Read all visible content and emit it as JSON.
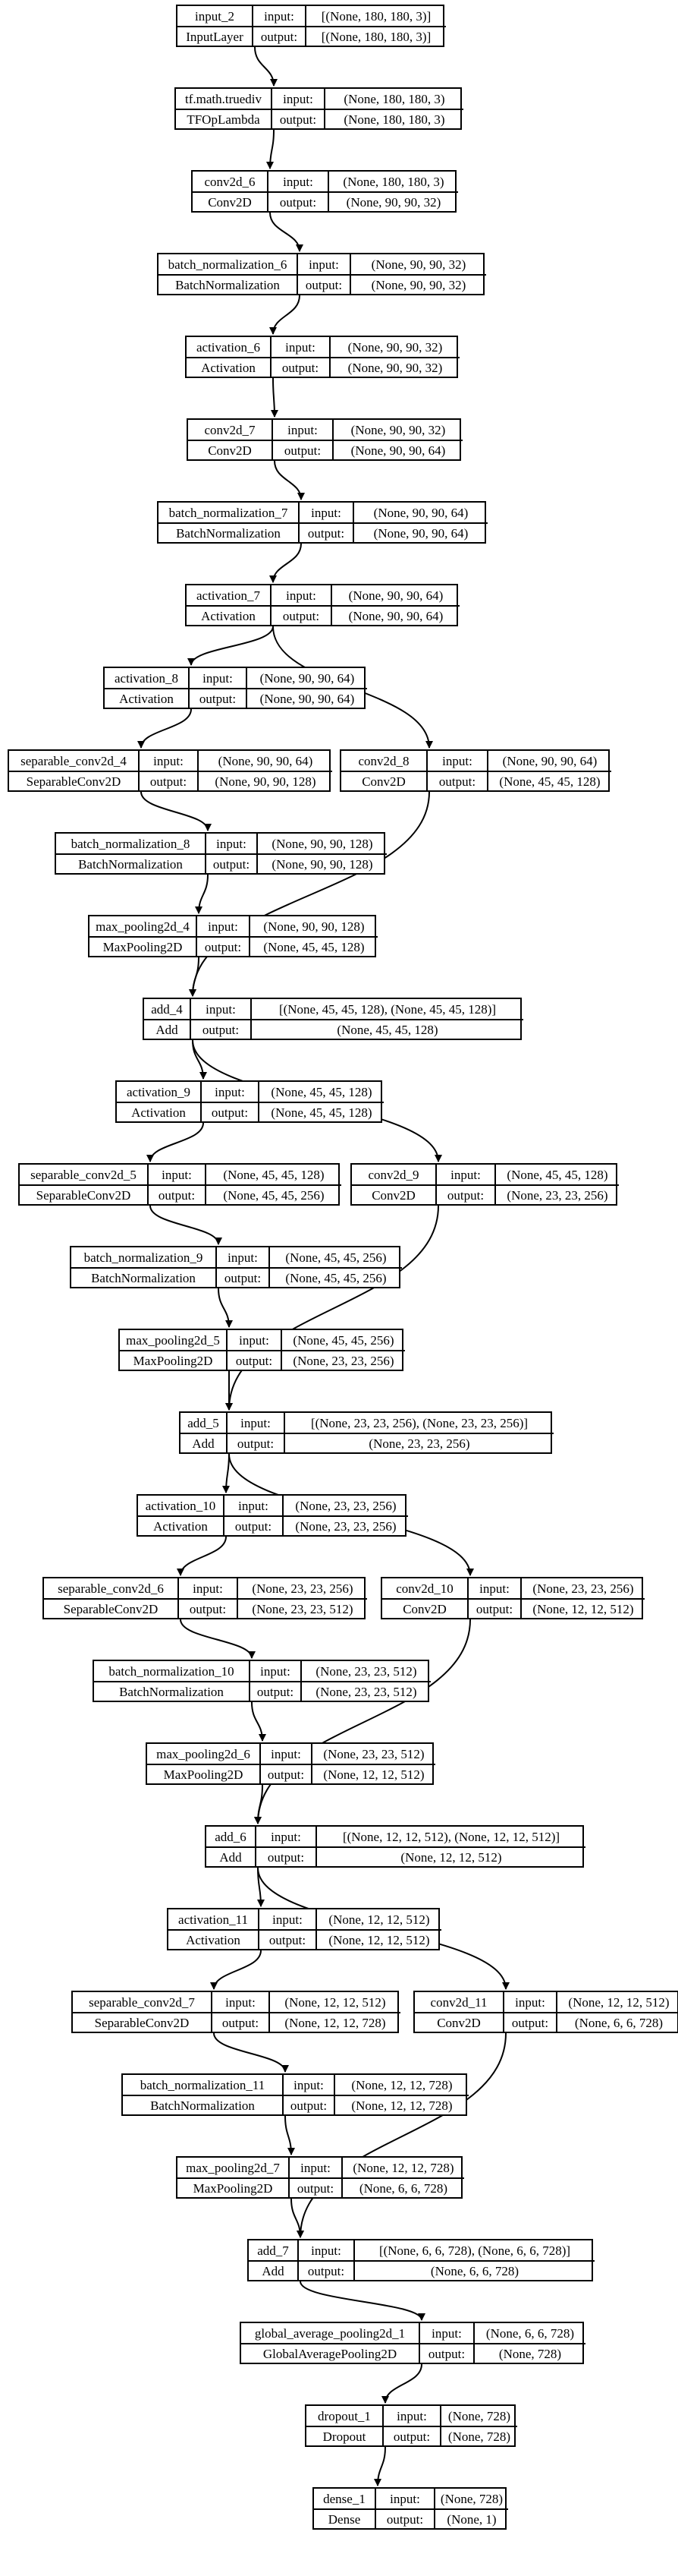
{
  "port_labels": {
    "input": "input:",
    "output": "output:"
  },
  "colors": {
    "stroke": "#000000",
    "background": "#ffffff"
  },
  "nodes": [
    {
      "id": "input_2",
      "name": "input_2",
      "type": "InputLayer",
      "input": "[(None, 180, 180, 3)]",
      "output": "[(None, 180, 180, 3)]"
    },
    {
      "id": "tf_math_truediv",
      "name": "tf.math.truediv",
      "type": "TFOpLambda",
      "input": "(None, 180, 180, 3)",
      "output": "(None, 180, 180, 3)"
    },
    {
      "id": "conv2d_6",
      "name": "conv2d_6",
      "type": "Conv2D",
      "input": "(None, 180, 180, 3)",
      "output": "(None, 90, 90, 32)"
    },
    {
      "id": "batch_normalization_6",
      "name": "batch_normalization_6",
      "type": "BatchNormalization",
      "input": "(None, 90, 90, 32)",
      "output": "(None, 90, 90, 32)"
    },
    {
      "id": "activation_6",
      "name": "activation_6",
      "type": "Activation",
      "input": "(None, 90, 90, 32)",
      "output": "(None, 90, 90, 32)"
    },
    {
      "id": "conv2d_7",
      "name": "conv2d_7",
      "type": "Conv2D",
      "input": "(None, 90, 90, 32)",
      "output": "(None, 90, 90, 64)"
    },
    {
      "id": "batch_normalization_7",
      "name": "batch_normalization_7",
      "type": "BatchNormalization",
      "input": "(None, 90, 90, 64)",
      "output": "(None, 90, 90, 64)"
    },
    {
      "id": "activation_7",
      "name": "activation_7",
      "type": "Activation",
      "input": "(None, 90, 90, 64)",
      "output": "(None, 90, 90, 64)"
    },
    {
      "id": "activation_8",
      "name": "activation_8",
      "type": "Activation",
      "input": "(None, 90, 90, 64)",
      "output": "(None, 90, 90, 64)"
    },
    {
      "id": "separable_conv2d_4",
      "name": "separable_conv2d_4",
      "type": "SeparableConv2D",
      "input": "(None, 90, 90, 64)",
      "output": "(None, 90, 90, 128)"
    },
    {
      "id": "conv2d_8",
      "name": "conv2d_8",
      "type": "Conv2D",
      "input": "(None, 90, 90, 64)",
      "output": "(None, 45, 45, 128)"
    },
    {
      "id": "batch_normalization_8",
      "name": "batch_normalization_8",
      "type": "BatchNormalization",
      "input": "(None, 90, 90, 128)",
      "output": "(None, 90, 90, 128)"
    },
    {
      "id": "max_pooling2d_4",
      "name": "max_pooling2d_4",
      "type": "MaxPooling2D",
      "input": "(None, 90, 90, 128)",
      "output": "(None, 45, 45, 128)"
    },
    {
      "id": "add_4",
      "name": "add_4",
      "type": "Add",
      "input": "[(None, 45, 45, 128), (None, 45, 45, 128)]",
      "output": "(None, 45, 45, 128)"
    },
    {
      "id": "activation_9",
      "name": "activation_9",
      "type": "Activation",
      "input": "(None, 45, 45, 128)",
      "output": "(None, 45, 45, 128)"
    },
    {
      "id": "separable_conv2d_5",
      "name": "separable_conv2d_5",
      "type": "SeparableConv2D",
      "input": "(None, 45, 45, 128)",
      "output": "(None, 45, 45, 256)"
    },
    {
      "id": "conv2d_9",
      "name": "conv2d_9",
      "type": "Conv2D",
      "input": "(None, 45, 45, 128)",
      "output": "(None, 23, 23, 256)"
    },
    {
      "id": "batch_normalization_9",
      "name": "batch_normalization_9",
      "type": "BatchNormalization",
      "input": "(None, 45, 45, 256)",
      "output": "(None, 45, 45, 256)"
    },
    {
      "id": "max_pooling2d_5",
      "name": "max_pooling2d_5",
      "type": "MaxPooling2D",
      "input": "(None, 45, 45, 256)",
      "output": "(None, 23, 23, 256)"
    },
    {
      "id": "add_5",
      "name": "add_5",
      "type": "Add",
      "input": "[(None, 23, 23, 256), (None, 23, 23, 256)]",
      "output": "(None, 23, 23, 256)"
    },
    {
      "id": "activation_10",
      "name": "activation_10",
      "type": "Activation",
      "input": "(None, 23, 23, 256)",
      "output": "(None, 23, 23, 256)"
    },
    {
      "id": "separable_conv2d_6",
      "name": "separable_conv2d_6",
      "type": "SeparableConv2D",
      "input": "(None, 23, 23, 256)",
      "output": "(None, 23, 23, 512)"
    },
    {
      "id": "conv2d_10",
      "name": "conv2d_10",
      "type": "Conv2D",
      "input": "(None, 23, 23, 256)",
      "output": "(None, 12, 12, 512)"
    },
    {
      "id": "batch_normalization_10",
      "name": "batch_normalization_10",
      "type": "BatchNormalization",
      "input": "(None, 23, 23, 512)",
      "output": "(None, 23, 23, 512)"
    },
    {
      "id": "max_pooling2d_6",
      "name": "max_pooling2d_6",
      "type": "MaxPooling2D",
      "input": "(None, 23, 23, 512)",
      "output": "(None, 12, 12, 512)"
    },
    {
      "id": "add_6",
      "name": "add_6",
      "type": "Add",
      "input": "[(None, 12, 12, 512), (None, 12, 12, 512)]",
      "output": "(None, 12, 12, 512)"
    },
    {
      "id": "activation_11",
      "name": "activation_11",
      "type": "Activation",
      "input": "(None, 12, 12, 512)",
      "output": "(None, 12, 12, 512)"
    },
    {
      "id": "separable_conv2d_7",
      "name": "separable_conv2d_7",
      "type": "SeparableConv2D",
      "input": "(None, 12, 12, 512)",
      "output": "(None, 12, 12, 728)"
    },
    {
      "id": "conv2d_11",
      "name": "conv2d_11",
      "type": "Conv2D",
      "input": "(None, 12, 12, 512)",
      "output": "(None, 6, 6, 728)"
    },
    {
      "id": "batch_normalization_11",
      "name": "batch_normalization_11",
      "type": "BatchNormalization",
      "input": "(None, 12, 12, 728)",
      "output": "(None, 12, 12, 728)"
    },
    {
      "id": "max_pooling2d_7",
      "name": "max_pooling2d_7",
      "type": "MaxPooling2D",
      "input": "(None, 12, 12, 728)",
      "output": "(None, 6, 6, 728)"
    },
    {
      "id": "add_7",
      "name": "add_7",
      "type": "Add",
      "input": "[(None, 6, 6, 728), (None, 6, 6, 728)]",
      "output": "(None, 6, 6, 728)"
    },
    {
      "id": "global_average_pooling2d_1",
      "name": "global_average_pooling2d_1",
      "type": "GlobalAveragePooling2D",
      "input": "(None, 6, 6, 728)",
      "output": "(None, 728)"
    },
    {
      "id": "dropout_1",
      "name": "dropout_1",
      "type": "Dropout",
      "input": "(None, 728)",
      "output": "(None, 728)"
    },
    {
      "id": "dense_1",
      "name": "dense_1",
      "type": "Dense",
      "input": "(None, 728)",
      "output": "(None, 1)"
    }
  ],
  "edges": [
    [
      "input_2",
      "tf_math_truediv"
    ],
    [
      "tf_math_truediv",
      "conv2d_6"
    ],
    [
      "conv2d_6",
      "batch_normalization_6"
    ],
    [
      "batch_normalization_6",
      "activation_6"
    ],
    [
      "activation_6",
      "conv2d_7"
    ],
    [
      "conv2d_7",
      "batch_normalization_7"
    ],
    [
      "batch_normalization_7",
      "activation_7"
    ],
    [
      "activation_7",
      "activation_8"
    ],
    [
      "activation_7",
      "conv2d_8"
    ],
    [
      "activation_8",
      "separable_conv2d_4"
    ],
    [
      "separable_conv2d_4",
      "batch_normalization_8"
    ],
    [
      "batch_normalization_8",
      "max_pooling2d_4"
    ],
    [
      "max_pooling2d_4",
      "add_4"
    ],
    [
      "conv2d_8",
      "add_4"
    ],
    [
      "add_4",
      "activation_9"
    ],
    [
      "add_4",
      "conv2d_9"
    ],
    [
      "activation_9",
      "separable_conv2d_5"
    ],
    [
      "separable_conv2d_5",
      "batch_normalization_9"
    ],
    [
      "batch_normalization_9",
      "max_pooling2d_5"
    ],
    [
      "max_pooling2d_5",
      "add_5"
    ],
    [
      "conv2d_9",
      "add_5"
    ],
    [
      "add_5",
      "activation_10"
    ],
    [
      "add_5",
      "conv2d_10"
    ],
    [
      "activation_10",
      "separable_conv2d_6"
    ],
    [
      "separable_conv2d_6",
      "batch_normalization_10"
    ],
    [
      "batch_normalization_10",
      "max_pooling2d_6"
    ],
    [
      "max_pooling2d_6",
      "add_6"
    ],
    [
      "conv2d_10",
      "add_6"
    ],
    [
      "add_6",
      "activation_11"
    ],
    [
      "add_6",
      "conv2d_11"
    ],
    [
      "activation_11",
      "separable_conv2d_7"
    ],
    [
      "separable_conv2d_7",
      "batch_normalization_11"
    ],
    [
      "batch_normalization_11",
      "max_pooling2d_7"
    ],
    [
      "max_pooling2d_7",
      "add_7"
    ],
    [
      "conv2d_11",
      "add_7"
    ],
    [
      "add_7",
      "global_average_pooling2d_1"
    ],
    [
      "global_average_pooling2d_1",
      "dropout_1"
    ],
    [
      "dropout_1",
      "dense_1"
    ]
  ]
}
